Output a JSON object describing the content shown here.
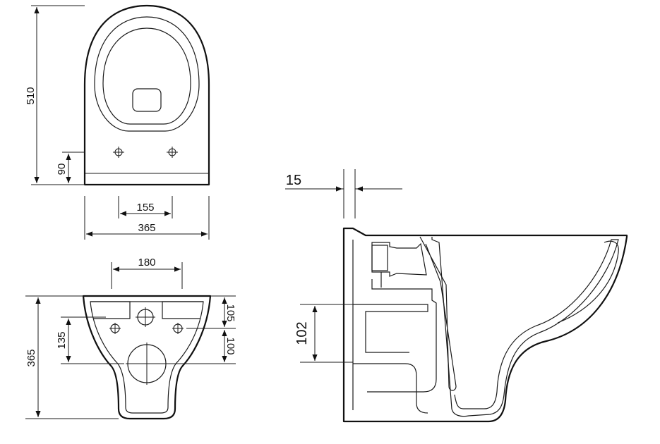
{
  "diagram": {
    "colors": {
      "line": "#111111",
      "background": "#ffffff"
    },
    "top_view": {
      "dims": {
        "total_length": "510",
        "fixing_from_rear": "90",
        "fixing_spacing": "155",
        "width": "365"
      }
    },
    "rear_view": {
      "dims": {
        "outlet_width": "180",
        "height": "365",
        "outlet_height": "135",
        "upper_offset": "105",
        "lower_offset": "100"
      }
    },
    "side_view": {
      "dims": {
        "wall_gap": "15",
        "outlet_height": "102"
      }
    }
  }
}
